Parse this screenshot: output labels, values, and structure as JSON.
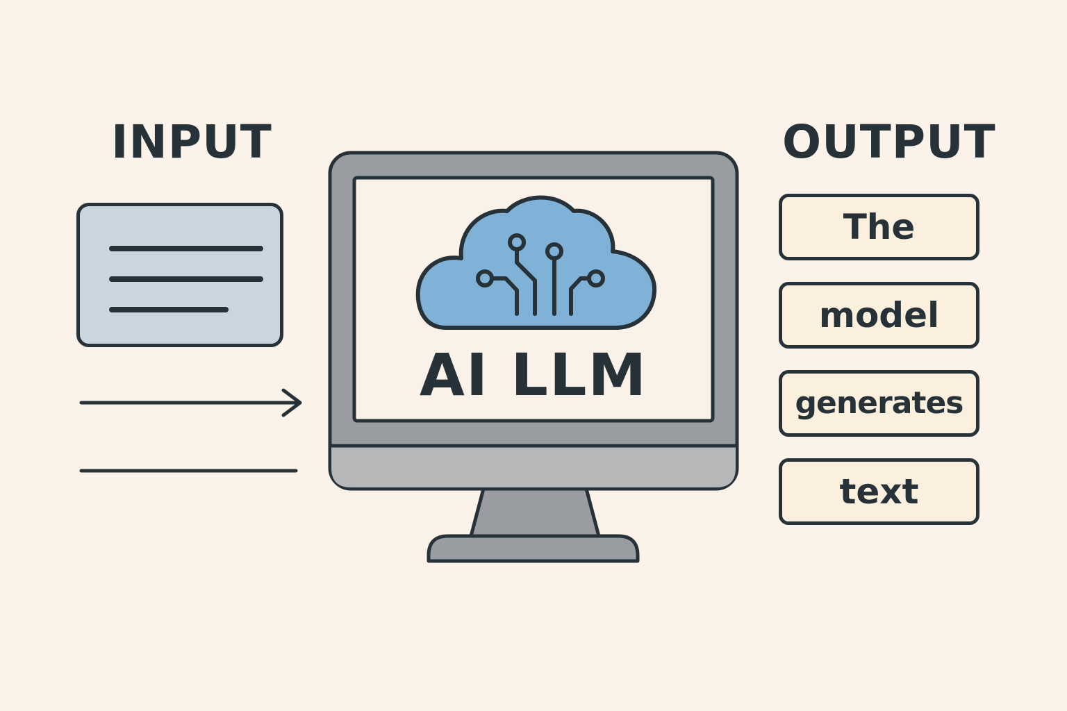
{
  "diagram": {
    "input_heading": "INPUT",
    "output_heading": "OUTPUT",
    "model_label": "AI LLM",
    "output_tokens": [
      "The",
      "model",
      "generates",
      "text"
    ]
  },
  "colors": {
    "background": "#fbf3ea",
    "outline": "#263238",
    "input_card": "#c9d6de",
    "cloud": "#7fb2d6",
    "monitor_body": "#999da1",
    "monitor_chin": "#b5b7b9",
    "screen": "#faf1e8",
    "token_fill": "#fbf0de"
  },
  "icons": {
    "input": "document-lines-icon",
    "arrow": "arrow-right-icon",
    "model": "cloud-circuit-icon",
    "device": "desktop-monitor-icon"
  }
}
